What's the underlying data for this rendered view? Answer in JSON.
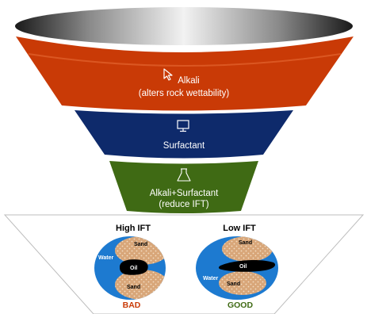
{
  "colors": {
    "alkali": "#c93a06",
    "surfactant": "#0e2a6b",
    "combined": "#3f6a14",
    "ocean": "#1d7ad0",
    "sand": "#d8a679",
    "bad": "#c93a06",
    "good": "#3f6a14"
  },
  "funnel": {
    "layers": [
      {
        "icon": "cursor-icon",
        "line1": "Alkali",
        "line2": "(alters rock wettability)"
      },
      {
        "icon": "monitor-icon",
        "line1": "Surfactant",
        "line2": ""
      },
      {
        "icon": "flask-icon",
        "line1": "Alkali+Surfactant",
        "line2": "(reduce IFT)"
      }
    ]
  },
  "comparison": {
    "left": {
      "title": "High IFT",
      "water": "Water",
      "oil": "Oil",
      "sand_top": "Sand",
      "sand_bottom": "Sand",
      "verdict": "BAD"
    },
    "right": {
      "title": "Low IFT",
      "water": "Water",
      "oil": "Oil",
      "sand_top": "Sand",
      "sand_bottom": "Sand",
      "verdict": "GOOD"
    }
  }
}
